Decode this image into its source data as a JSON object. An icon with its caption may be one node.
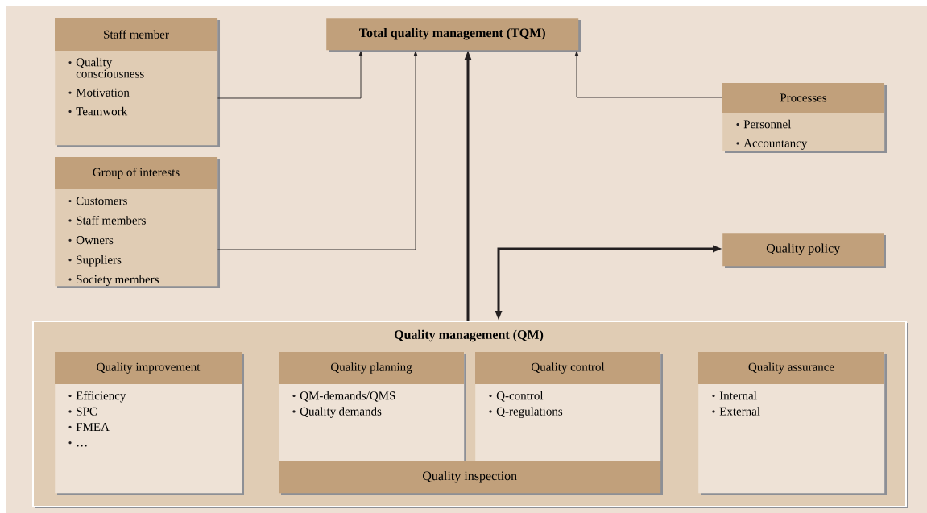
{
  "diagram": {
    "nodes": [
      {
        "text": [
          "Total quality management (TQM)"
        ]
      },
      {
        "text": [
          "Staff member",
          "Quality consciousness",
          "Motivation",
          "Teamwork"
        ]
      },
      {
        "text": [
          "Processes",
          "Personnel",
          "Accountancy"
        ]
      },
      {
        "text": [
          "Group of interests",
          "Customers",
          "Staff members",
          "Owners",
          "Suppliers",
          "Society members"
        ]
      },
      {
        "text": [
          "Quality policy"
        ]
      },
      {
        "text": [
          "Quality management (QM)"
        ]
      },
      {
        "text": [
          "Quality improvement",
          "Efficiency",
          "SPC",
          "FMEA",
          "…"
        ],
        "in": 5
      },
      {
        "text": [
          "Quality planning",
          "QM-demands/QMS",
          "Quality demands"
        ],
        "in": 5
      },
      {
        "text": [
          "Quality control",
          "Q-control",
          "Q-regulations"
        ],
        "in": 5
      },
      {
        "text": [
          "Quality inspection"
        ],
        "in": 5
      },
      {
        "text": [
          "Quality assurance",
          "Internal",
          "External"
        ],
        "in": 5
      }
    ],
    "edges": [
      {
        "from": 1,
        "to": 0,
        "arrow": "to"
      },
      {
        "from": 3,
        "to": 0,
        "arrow": "to"
      },
      {
        "from": 5,
        "to": 0,
        "arrow": "to",
        "style": "thick"
      },
      {
        "from": 2,
        "to": 0,
        "arrow": "to"
      },
      {
        "from": 5,
        "to": 4,
        "arrow": "both",
        "style": "thick"
      }
    ]
  }
}
